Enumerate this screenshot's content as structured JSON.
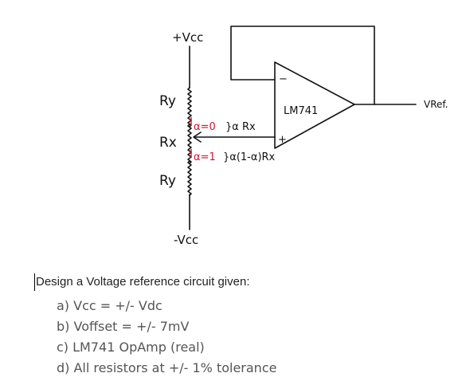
{
  "diagram": {
    "vcc_pos": "+Vcc",
    "vcc_neg": "-Vcc",
    "ry_top": "Ry",
    "rx": "Rx",
    "ry_bottom": "Ry",
    "opamp": "LM741",
    "minus": "−",
    "plus": "+",
    "output": "VRef.",
    "alpha_zero": "α=0",
    "alpha_rx": "}α Rx",
    "alpha_one": "α=1",
    "alpha_expr": "}α(1-α)Rx"
  },
  "problem": {
    "prompt": "Design a Voltage reference circuit given:",
    "items": [
      "a) Vcc = +/- Vdc",
      "b) Voffset = +/- 7mV",
      "c) LM741 OpAmp (real)",
      "d) All resistors at +/- 1% tolerance"
    ]
  }
}
